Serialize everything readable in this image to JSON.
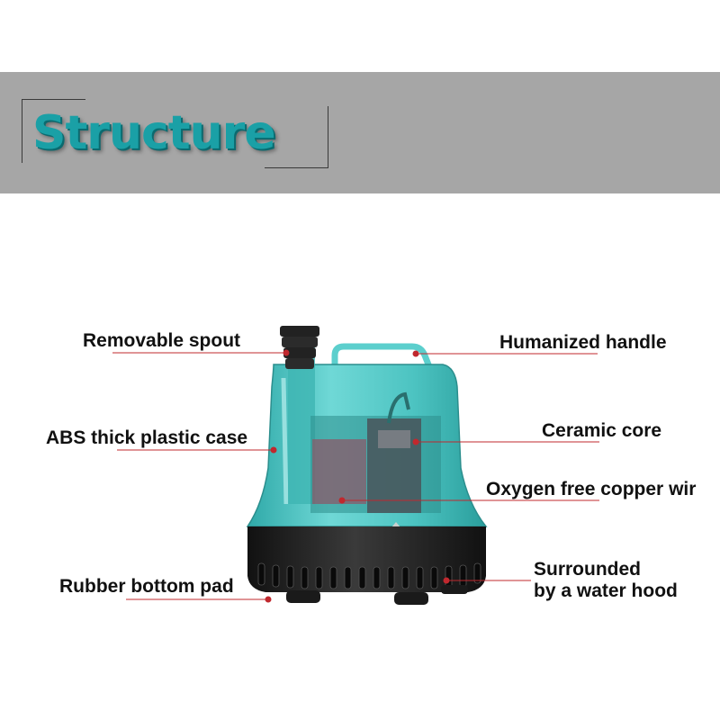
{
  "header": {
    "title": "Structure",
    "accent_color": "#1aa0a6",
    "banner_color": "#a6a6a6"
  },
  "product": {
    "name": "submersible-pump",
    "body_color": "#4fc7c6",
    "base_color": "#1c1c1c",
    "pointer_color": "#c0282e"
  },
  "labels": {
    "removable_spout": "Removable spout",
    "abs_case": "ABS thick plastic case",
    "rubber_pad": "Rubber bottom pad",
    "handle": "Humanized handle",
    "ceramic_core": "Ceramic core",
    "copper_wire": "Oxygen free copper wir",
    "water_hood_line1": "Surrounded",
    "water_hood_line2": "by a water hood"
  }
}
